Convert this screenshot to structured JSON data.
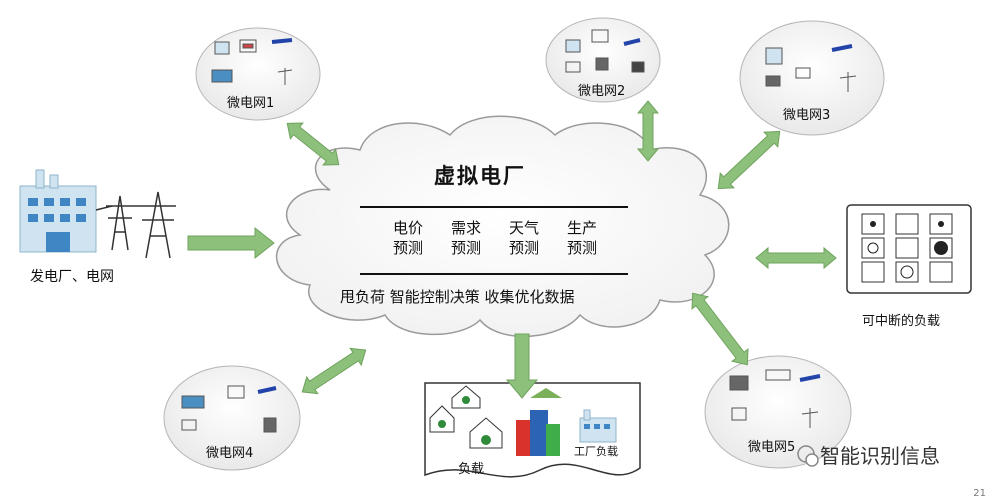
{
  "cloud": {
    "title": "虚拟电厂",
    "forecasts": [
      {
        "line1": "电价",
        "line2": "预测"
      },
      {
        "line1": "需求",
        "line2": "预测"
      },
      {
        "line1": "天气",
        "line2": "预测"
      },
      {
        "line1": "生产",
        "line2": "预测"
      }
    ],
    "bottom_text": "甩负荷  智能控制决策  收集优化数据"
  },
  "nodes": {
    "microgrid1": "微电网1",
    "microgrid2": "微电网2",
    "microgrid3": "微电网3",
    "microgrid4": "微电网4",
    "microgrid5": "微电网5",
    "power_plant": "发电厂、电网",
    "interruptible_load": "可中断的负载",
    "load": "负载",
    "factory_load": "工厂负载"
  },
  "watermark": "智能识别信息",
  "page_number": "21",
  "colors": {
    "arrow": "#8dc07a",
    "arrow_stroke": "#6fa35e",
    "cloud_stroke": "#9a9a9a",
    "building": "#cfe3f0"
  }
}
